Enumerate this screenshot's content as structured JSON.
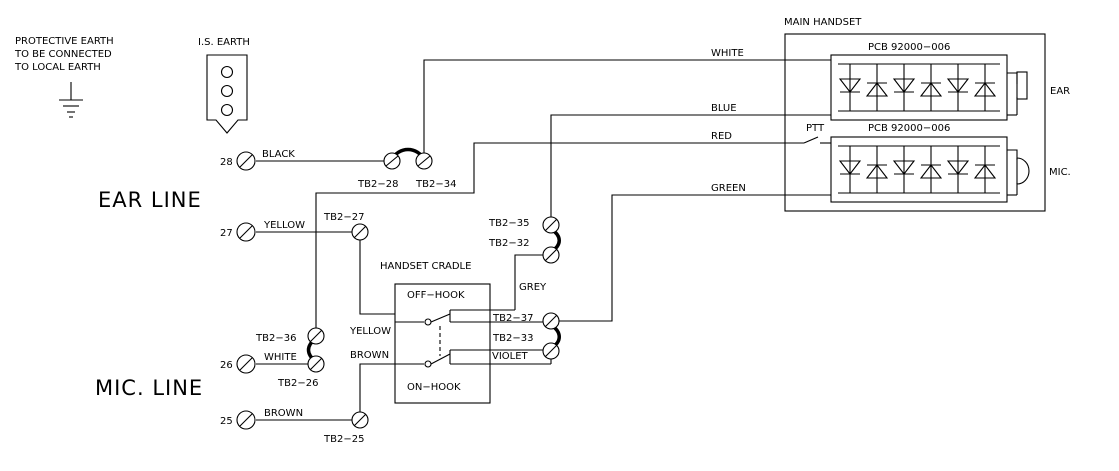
{
  "notes": {
    "protective_earth": [
      "PROTECTIVE EARTH",
      "TO BE CONNECTED",
      "TO LOCAL EARTH"
    ],
    "is_earth": "I.S. EARTH"
  },
  "lines": {
    "ear": "EAR LINE",
    "mic": "MIC. LINE"
  },
  "terminals": {
    "t28": {
      "number": "28",
      "wire": "BLACK"
    },
    "t27": {
      "number": "27",
      "wire": "YELLOW"
    },
    "t26": {
      "number": "26",
      "wire": "WHITE"
    },
    "t25": {
      "number": "25",
      "wire": "BROWN"
    }
  },
  "tb": {
    "tb2_28": "TB2−28",
    "tb2_34": "TB2−34",
    "tb2_27": "TB2−27",
    "tb2_35": "TB2−35",
    "tb2_32": "TB2−32",
    "tb2_36": "TB2−36",
    "tb2_26": "TB2−26",
    "tb2_25": "TB2−25",
    "tb2_37": "TB2−37",
    "tb2_33": "TB2−33"
  },
  "cradle": {
    "title": "HANDSET CRADLE",
    "off_hook": "OFF−HOOK",
    "on_hook": "ON−HOOK",
    "yellow": "YELLOW",
    "brown": "BROWN",
    "grey": "GREY",
    "violet": "VIOLET"
  },
  "handset": {
    "title": "MAIN HANDSET",
    "pcb_top": "PCB 92000−006",
    "pcb_bottom": "PCB 92000−006",
    "ear": "EAR",
    "mic": "MIC.",
    "ptt": "PTT"
  },
  "wires": {
    "white": "WHITE",
    "blue": "BLUE",
    "red": "RED",
    "green": "GREEN"
  }
}
